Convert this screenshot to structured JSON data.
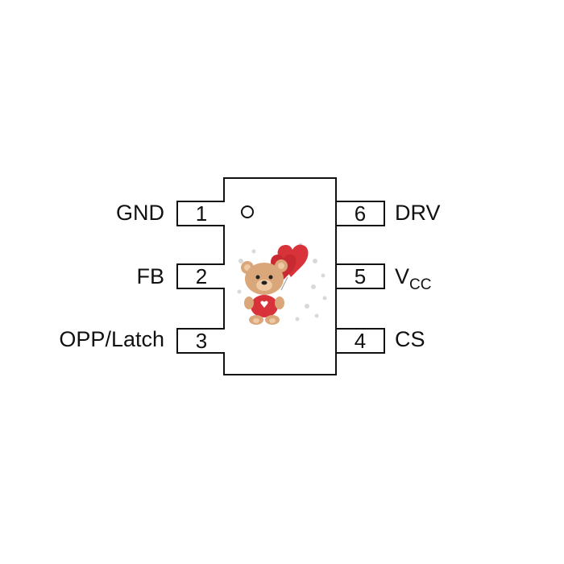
{
  "pins": {
    "p1": {
      "number": "1",
      "label": "GND"
    },
    "p2": {
      "number": "2",
      "label": "FB"
    },
    "p3": {
      "number": "3",
      "label": "OPP/Latch"
    },
    "p4": {
      "number": "4",
      "label": "CS"
    },
    "p5": {
      "number": "5",
      "label_main": "V",
      "label_sub": "CC"
    },
    "p6": {
      "number": "6",
      "label": "DRV"
    }
  },
  "colors": {
    "line": "#111111",
    "heart": "#d8323a",
    "bear": "#d9a77a",
    "shirt": "#d8323a"
  },
  "icons": {
    "pin1_marker": "circle-outline",
    "illustration": "teddy-bear-with-heart-balloons"
  }
}
